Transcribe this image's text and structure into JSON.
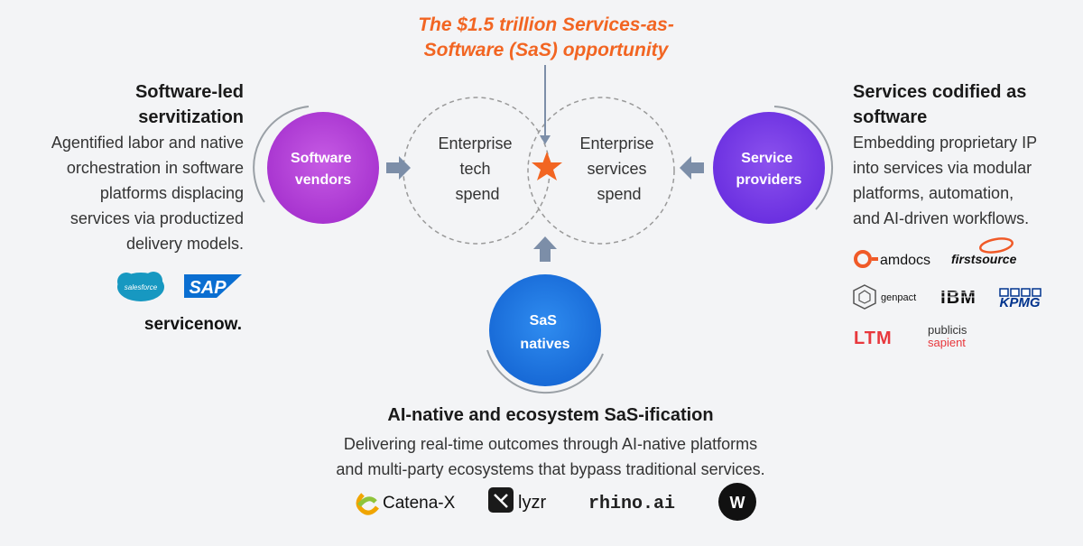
{
  "headline": {
    "line1": "The $1.5 trillion Services-as-",
    "line2": "Software (SaS) opportunity"
  },
  "venn": {
    "left_lines": [
      "Enterprise",
      "tech",
      "spend"
    ],
    "right_lines": [
      "Enterprise",
      "services",
      "spend"
    ]
  },
  "nodes": {
    "software_vendors": {
      "line1": "Software",
      "line2": "vendors"
    },
    "service_providers": {
      "line1": "Service",
      "line2": "providers"
    },
    "sas_natives": {
      "line1": "SaS",
      "line2": "natives"
    }
  },
  "left": {
    "title_line1": "Software-led",
    "title_line2": "servitization",
    "desc_lines": [
      "Agentified labor and native",
      "orchestration in software",
      "platforms displacing",
      "services via productized",
      "delivery models."
    ],
    "logos": [
      "salesforce",
      "SAP",
      "servicenow."
    ]
  },
  "right": {
    "title_line1": "Services codified as",
    "title_line2": "software",
    "desc_lines": [
      "Embedding proprietary IP",
      "into services via modular",
      "platforms, automation,",
      "and AI-driven workflows."
    ],
    "logos": [
      "amdocs",
      "firstsource",
      "genpact",
      "IBM",
      "KPMG",
      "LTM",
      "publicis",
      "sapient"
    ]
  },
  "bottom": {
    "title": "AI-native and ecosystem SaS-ification",
    "desc_line1": "Delivering real-time outcomes through AI-native platforms",
    "desc_line2": "and multi-party ecosystems that bypass traditional services.",
    "logos": [
      "Catena-X",
      "lyzr",
      "rhino.ai",
      "W"
    ]
  },
  "colors": {
    "orange": "#f26522",
    "magenta": "#b83fd6",
    "purple": "#7b3fe4",
    "blue": "#1f7ae0",
    "arrow": "#7c8ea8"
  }
}
